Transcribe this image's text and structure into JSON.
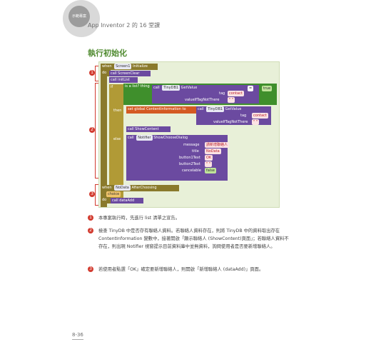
{
  "header": {
    "chapter_tag": "示範專案",
    "book_title": "App Inventor 2 的 16 堂課"
  },
  "section": {
    "title": "執行初始化"
  },
  "blocks": {
    "when_screen": "when",
    "screen_name": "Screen1",
    "initialize": "Initialize",
    "do": "do",
    "call_screen_clear": "call ScreenClear",
    "call_initlist": "call initList",
    "if": "if",
    "is_a_list": "is a list?",
    "thing": "thing",
    "call": "call",
    "tinydb1": "TinyDB1",
    "get_value": "GetValue",
    "tag": "tag",
    "tag_value": "contact",
    "value_if_not_there": "valueIfTagNotThere",
    "empty_str": "",
    "eq": "=",
    "true_val": "true",
    "then": "then",
    "set_global": "set global ContentInformation",
    "to": "to",
    "call_show_content": "call ShowContent",
    "else": "else",
    "notifier": "Notifier",
    "no_data_name": "NoData",
    "show_choose_dialog": "ShowChooseDialog",
    "message": "message",
    "message_value": "請新增聯絡人",
    "title": "title",
    "button1": "button1Text",
    "button1_value": "OK",
    "button2": "button2Text",
    "button2_value": "",
    "cancelable": "cancelable",
    "false_val": "false",
    "after_choosing": "AfterChoosing",
    "choice": "choice",
    "call_data_add": "call dataAdd"
  },
  "markers": [
    "1",
    "2",
    "3"
  ],
  "items": [
    {
      "n": "1",
      "text": "本專案執行時，先進行 list 清單之宣告。"
    },
    {
      "n": "2",
      "text": "檢查 TinyDB 中是否存有聯絡人資料。若聯絡人資料存在，則將 TinyDB 中的資料取出存在 ContentInformation 變數中，接著開啟「顯示聯絡人 (ShowContent)頁面」；若聯絡人資料不存在，則出現 Notifier 視窗提示目前資料庫中並無資料，詢問使用者是否要新增聯絡人。"
    },
    {
      "n": "3",
      "text": "若使用者點選「OK」確定要新增聯絡人，則開啟「新增聯絡人 (dataAdd)」頁面。"
    }
  ],
  "page_number": "8-36"
}
